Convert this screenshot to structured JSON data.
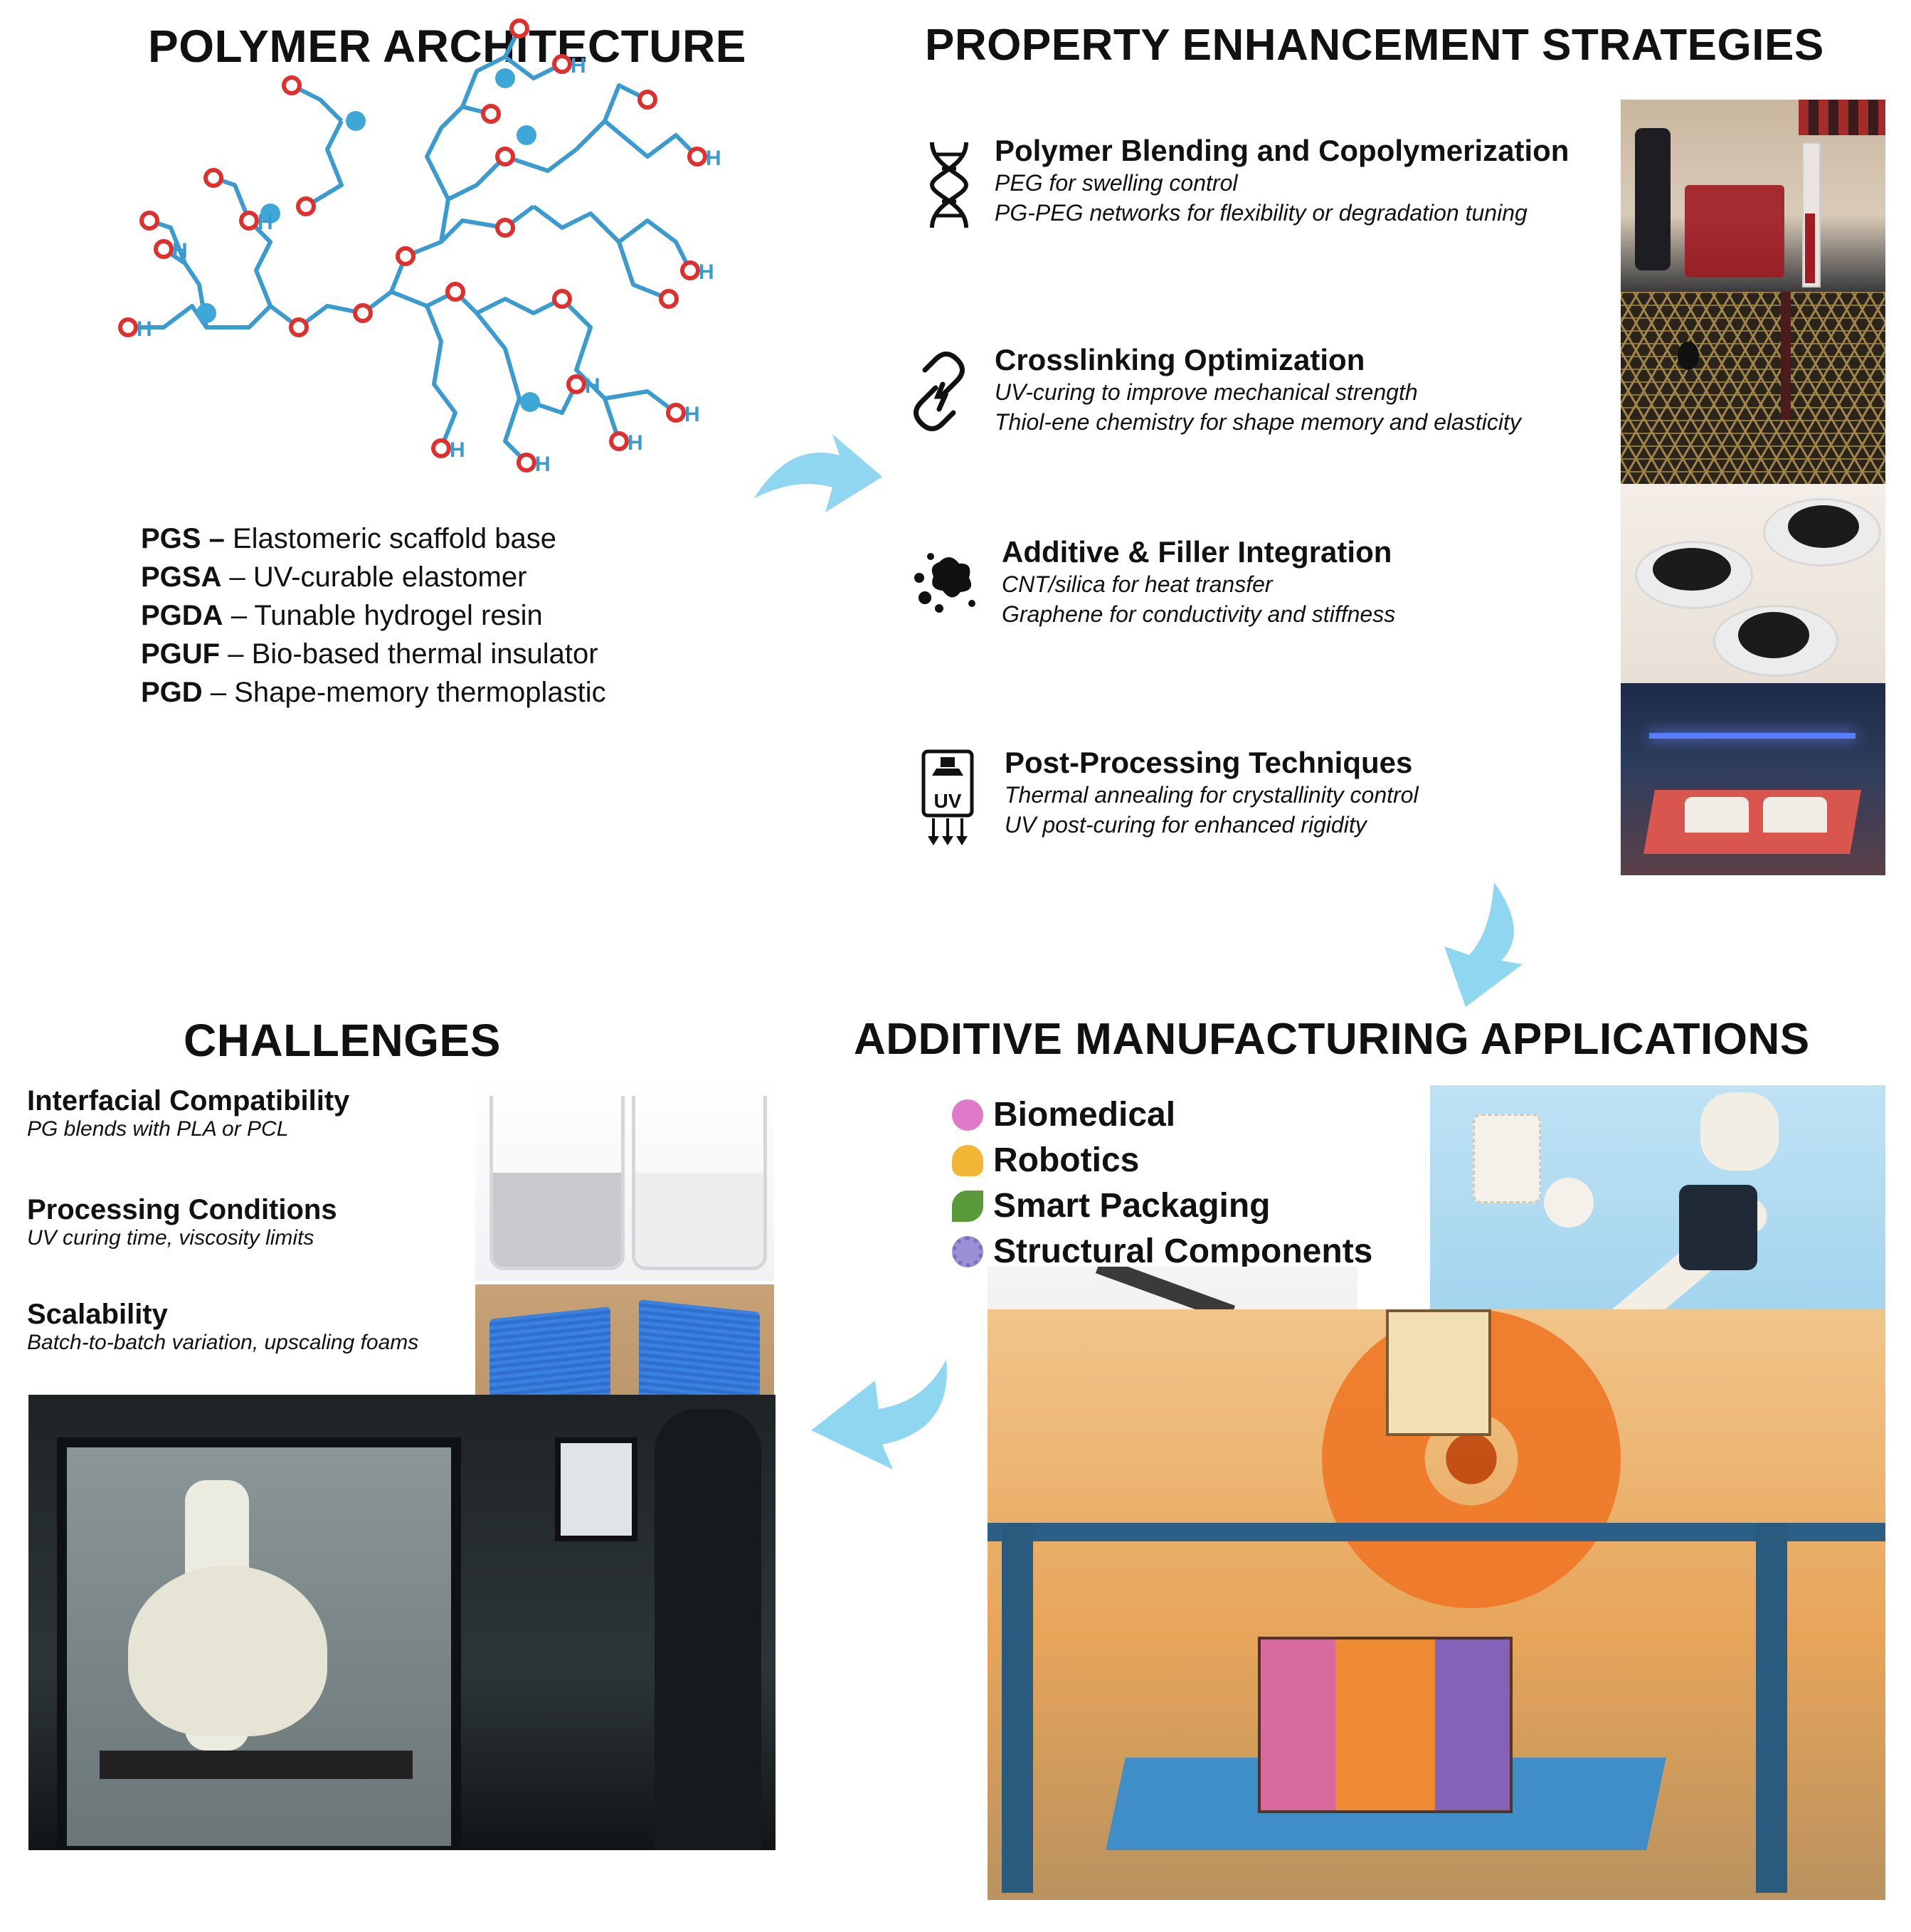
{
  "sections": {
    "architecture": {
      "title": "POLYMER ARCHITECTURE",
      "molecule": {
        "hydroxyl_label": "H",
        "oxygen_label": "O",
        "bond_color": "#3a9bd0",
        "oxygen_color": "#e0302e"
      },
      "legend": [
        {
          "abbr": "PGS –",
          "desc": " Elastomeric scaffold base"
        },
        {
          "abbr": "PGSA",
          "desc": " – UV-curable elastomer"
        },
        {
          "abbr": "PGDA",
          "desc": " – Tunable hydrogel resin"
        },
        {
          "abbr": "PGUF",
          "desc": " – Bio-based thermal insulator"
        },
        {
          "abbr": "PGD",
          "desc": " – Shape-memory thermoplastic"
        }
      ]
    },
    "strategies": {
      "title": "PROPERTY ENHANCEMENT STRATEGIES",
      "items": [
        {
          "icon": "dna-icon",
          "heading": "Polymer Blending and Copolymerization",
          "lines": [
            "PEG for swelling control",
            "PG-PEG networks for flexibility or degradation tuning"
          ]
        },
        {
          "icon": "chain-link-icon",
          "heading": "Crosslinking Optimization",
          "lines": [
            "UV-curing to improve mechanical strength",
            "Thiol-ene chemistry for shape memory and elasticity"
          ]
        },
        {
          "icon": "particles-icon",
          "heading": "Additive & Filler Integration",
          "lines": [
            "CNT/silica for heat transfer",
            "Graphene for conductivity and stiffness"
          ]
        },
        {
          "icon": "uv-lamp-icon",
          "icon_text": "UV",
          "heading": "Post-Processing Techniques",
          "lines": [
            "Thermal annealing for crystallinity control",
            "UV post-curing for enhanced rigidity"
          ]
        }
      ]
    },
    "challenges": {
      "title": "CHALLENGES",
      "items": [
        {
          "heading": "Interfacial Compatibility",
          "line": "PG blends with PLA or PCL"
        },
        {
          "heading": "Processing Conditions",
          "line": "UV curing time, viscosity limits"
        },
        {
          "heading": "Scalability",
          "line": "Batch-to-batch variation, upscaling foams"
        }
      ]
    },
    "applications": {
      "title": "ADDITIVE MANUFACTURING APPLICATIONS",
      "items": [
        {
          "icon": "brain-icon",
          "label": "Biomedical",
          "color": "#e07ac8"
        },
        {
          "icon": "lightbulb-icon",
          "label": "Robotics",
          "color": "#f2b535"
        },
        {
          "icon": "seedling-icon",
          "label": "Smart Packaging",
          "color": "#5a9a3a"
        },
        {
          "icon": "gear-icon",
          "label": "Structural Components",
          "color": "#9b8fd6"
        }
      ]
    }
  },
  "colors": {
    "arrow": "#8fd6f0",
    "bond": "#3a9bd0",
    "oxygen": "#e0302e"
  }
}
